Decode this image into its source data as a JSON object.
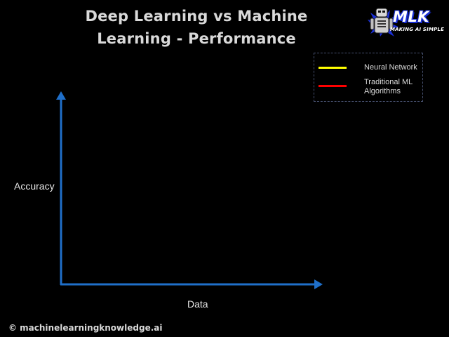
{
  "title": {
    "line1": "Deep Learning vs Machine",
    "line2": "Learning - Performance"
  },
  "logo": {
    "text": "MLK",
    "tagline": "MAKING AI SIMPLE",
    "icon": "robot-icon"
  },
  "legend": {
    "items": [
      {
        "label": "Neural Network",
        "color": "#ffff00"
      },
      {
        "label": "Traditional ML Algorithms",
        "color": "#ff0000"
      }
    ]
  },
  "axes": {
    "y_label": "Accuracy",
    "x_label": "Data",
    "color": "#1f6fc9"
  },
  "footer": {
    "copyright": "© machinelearningknowledge.ai"
  }
}
